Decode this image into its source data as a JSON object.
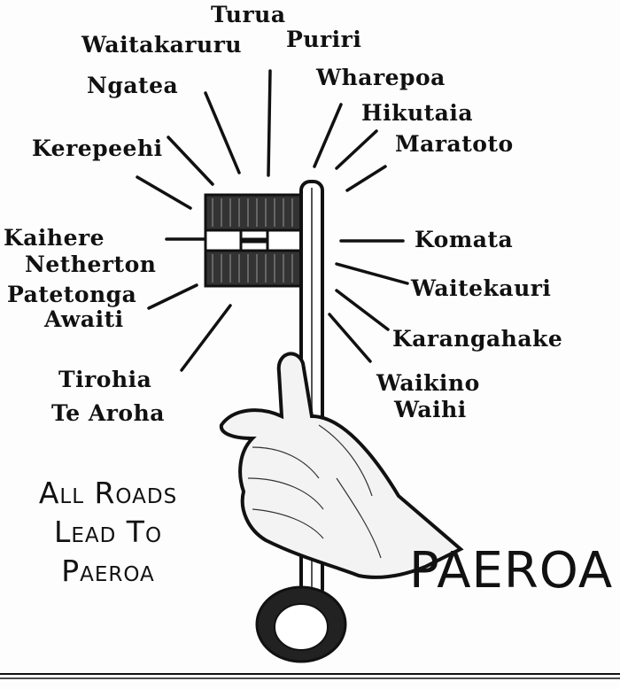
{
  "places": {
    "turua": "Turua",
    "waitakaruru": "Waitakaruru",
    "puriri": "Puriri",
    "ngatea": "Ngatea",
    "wharepoa": "Wharepoa",
    "hikutaia": "Hikutaia",
    "kerepeehi": "Kerepeehi",
    "maratoto": "Maratoto",
    "kaihere": "Kaihere",
    "netherton": "Netherton",
    "komata": "Komata",
    "patetonga": "Patetonga",
    "awaiti": "Awaiti",
    "waitekauri": "Waitekauri",
    "karangahake": "Karangahake",
    "tirohia": "Tirohia",
    "te_aroha": "Te Aroha",
    "waikino": "Waikino",
    "waihi": "Waihi"
  },
  "slogan": {
    "line1": "All Roads",
    "line2": "Lead To",
    "line3": "Paeroa"
  },
  "town_name": "PAEROA"
}
